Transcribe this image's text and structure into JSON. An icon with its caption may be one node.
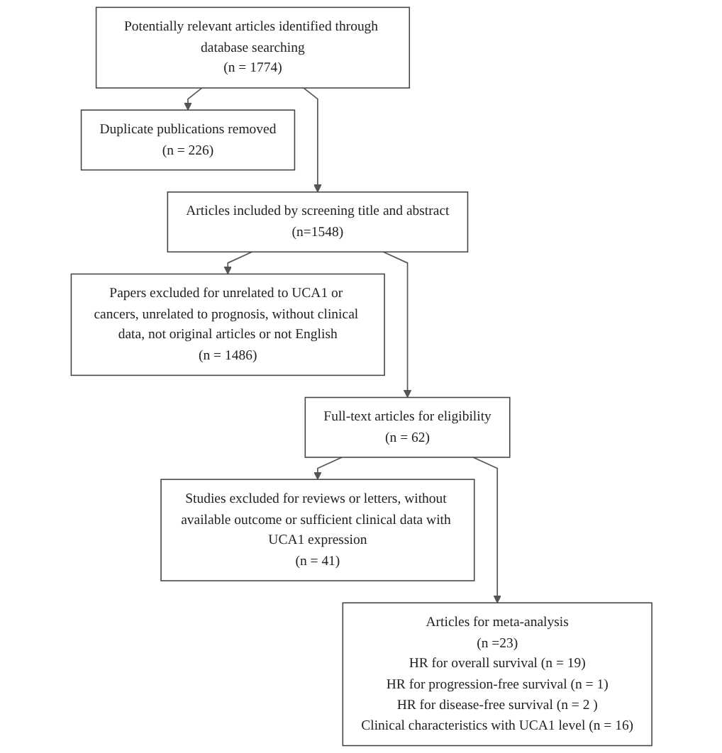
{
  "diagram": {
    "nodes": [
      {
        "text": [
          "Potentially relevant articles identified through database searching",
          "(n = 1774)"
        ]
      },
      {
        "text": [
          "Duplicate publications removed",
          "(n = 226)"
        ]
      },
      {
        "text": [
          "Articles included by screening title and abstract",
          "(n=1548)"
        ]
      },
      {
        "text": [
          "Papers excluded for unrelated to UCA1 or cancers, unrelated to prognosis, without clinical data, not original articles or not English",
          "(n = 1486)"
        ]
      },
      {
        "text": [
          "Full-text articles for eligibility",
          "(n = 62)"
        ]
      },
      {
        "text": [
          "Studies excluded for reviews or letters, without available outcome or sufficient clinical data with UCA1 expression",
          "(n = 41)"
        ]
      },
      {
        "text": [
          "Articles for meta-analysis",
          "(n =23)",
          "HR for overall survival (n = 19)",
          "HR for progression-free survival (n = 1)",
          "HR for disease-free survival (n = 2 )",
          "Clinical characteristics with UCA1 level (n = 16)"
        ]
      }
    ],
    "edges": [
      {
        "from": 0,
        "to": 1,
        "arrow": "to"
      },
      {
        "from": 0,
        "to": 2,
        "arrow": "to"
      },
      {
        "from": 2,
        "to": 3,
        "arrow": "to"
      },
      {
        "from": 2,
        "to": 4,
        "arrow": "to"
      },
      {
        "from": 4,
        "to": 5,
        "arrow": "to"
      },
      {
        "from": 4,
        "to": 6,
        "arrow": "to"
      }
    ]
  }
}
